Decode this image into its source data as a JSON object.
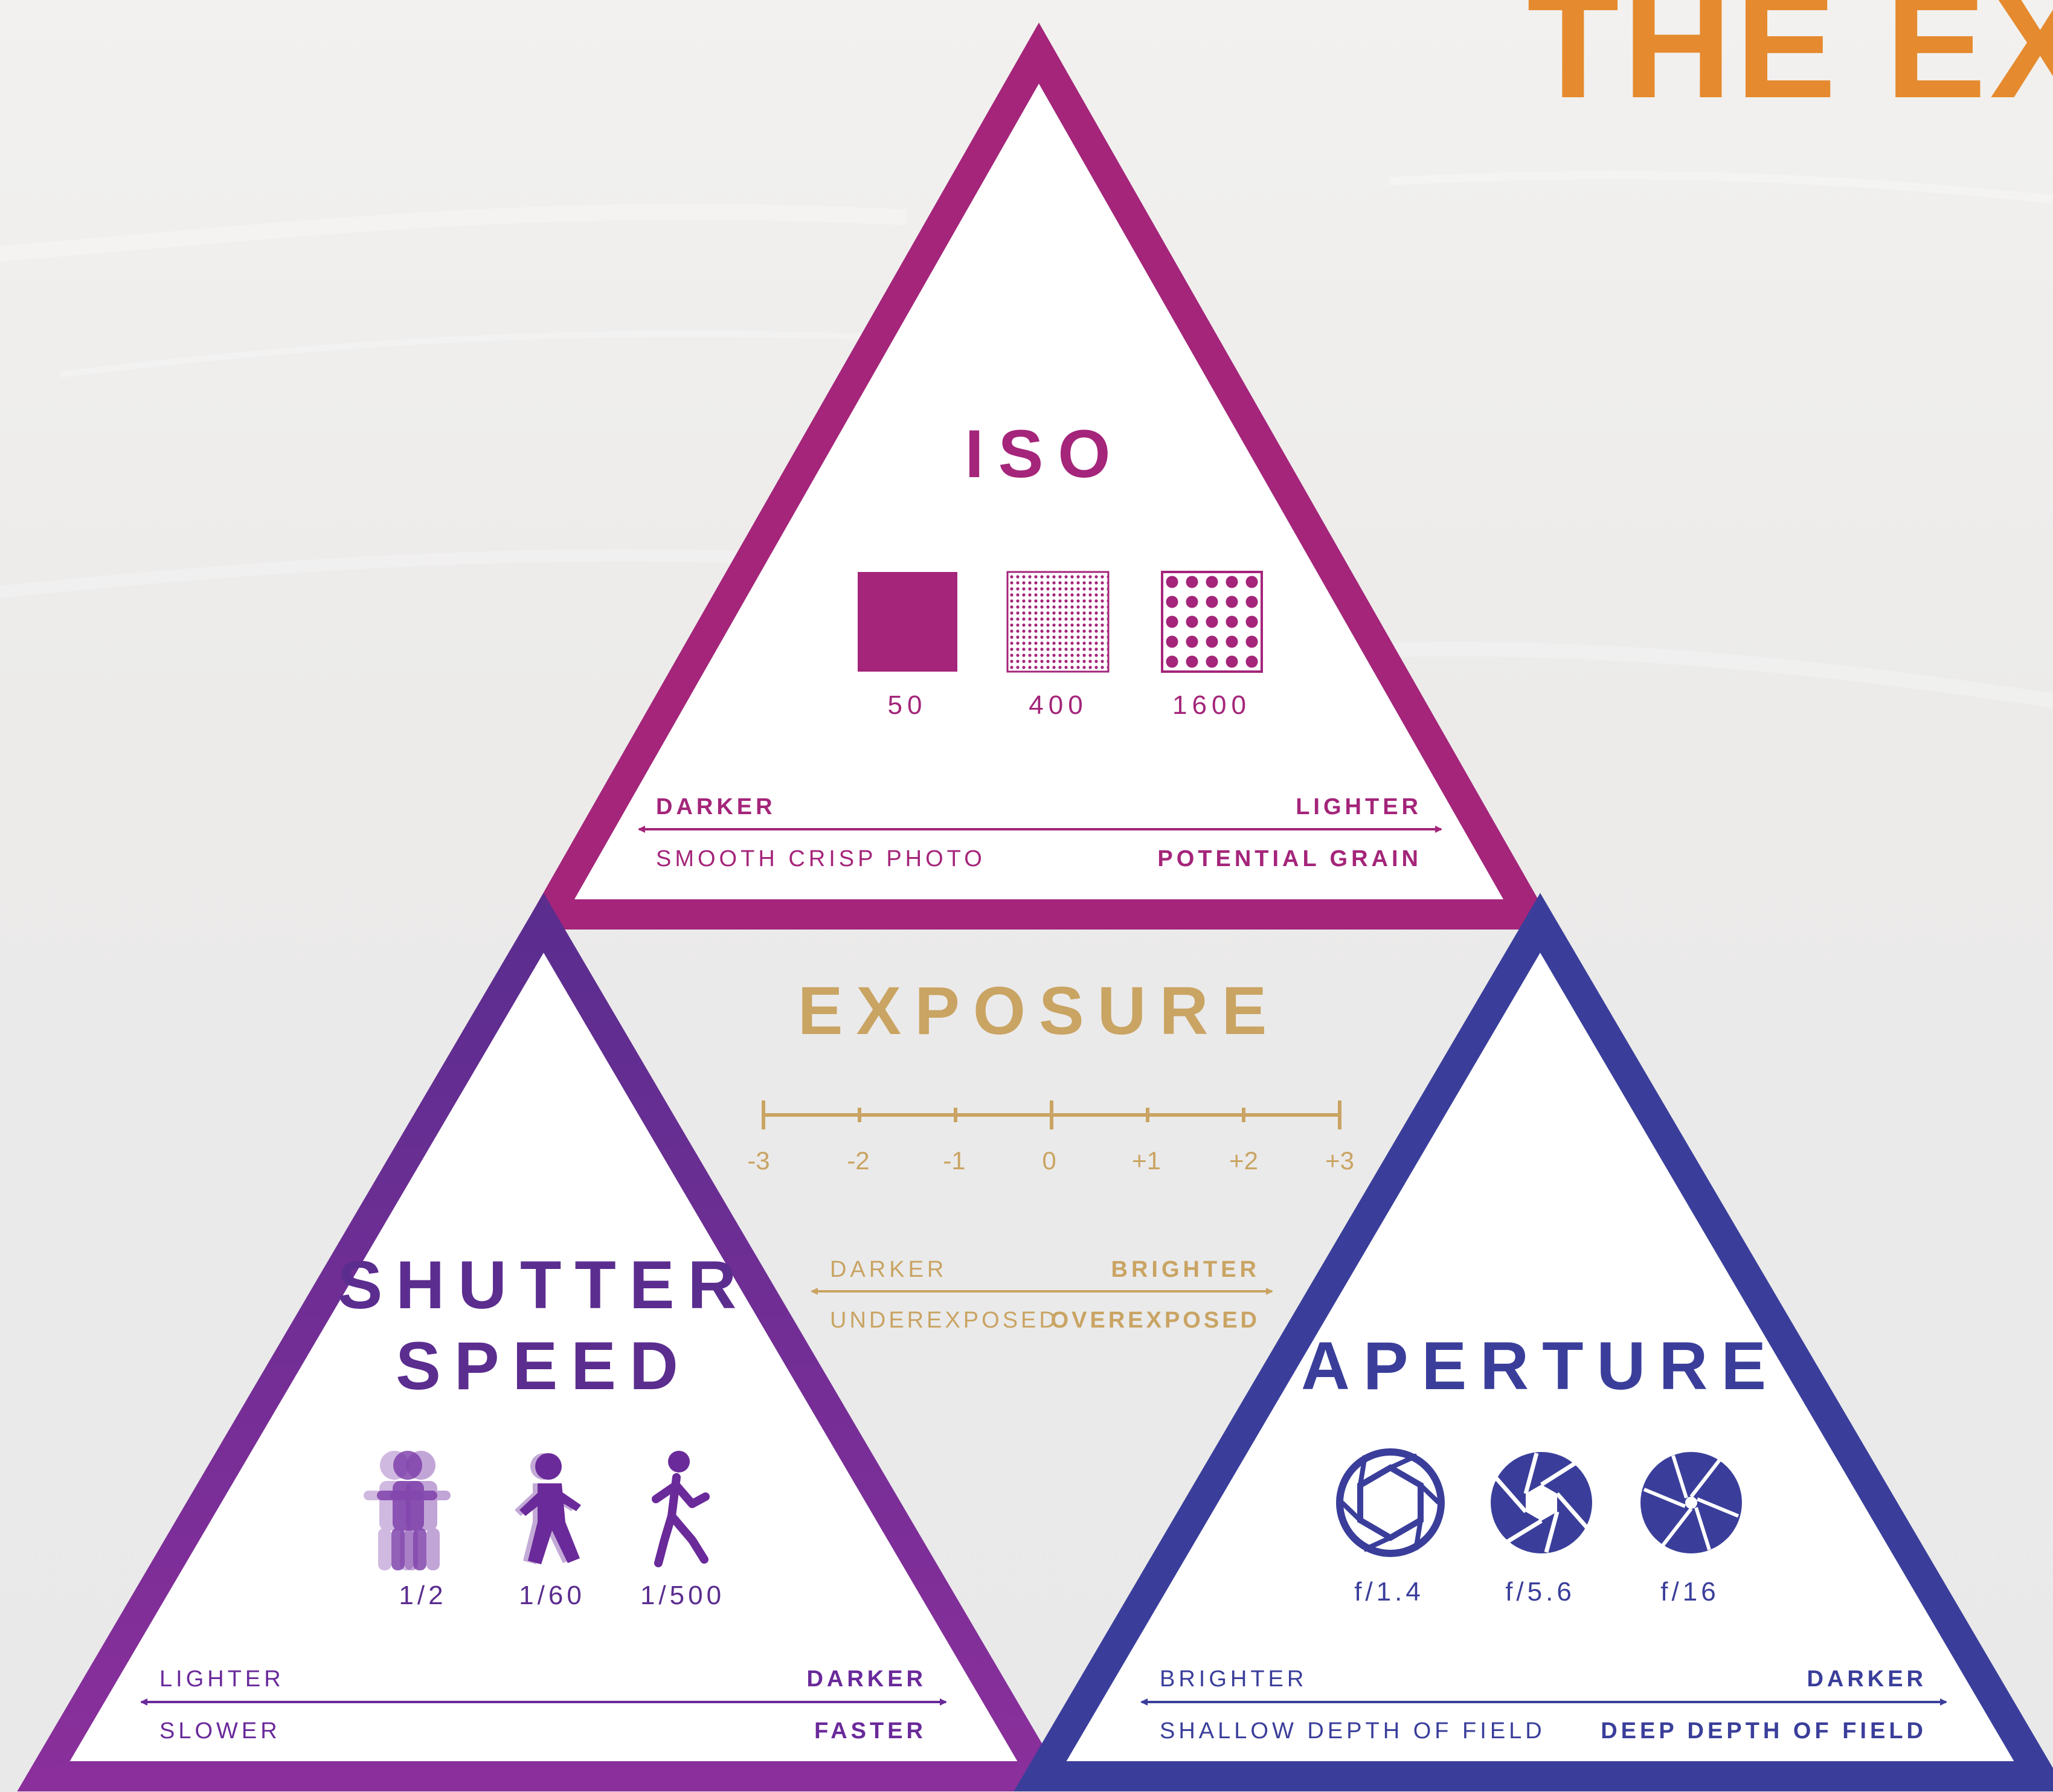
{
  "heading": "THE EX",
  "colors": {
    "iso": "#a4257a",
    "shutter": "#6a2a9a",
    "aperture": "#3a3e9a",
    "exposure": "#c9a463",
    "heading": "#e58a2e"
  },
  "iso": {
    "title": "ISO",
    "samples": [
      {
        "label": "50",
        "icon": "solid-square-icon"
      },
      {
        "label": "400",
        "icon": "fine-grain-square-icon"
      },
      {
        "label": "1600",
        "icon": "coarse-grain-square-icon"
      }
    ],
    "left_top": "DARKER",
    "right_top": "LIGHTER",
    "left_bottom": "SMOOTH CRISP PHOTO",
    "right_bottom": "POTENTIAL GRAIN"
  },
  "exposure": {
    "title": "EXPOSURE",
    "scale": [
      "-3",
      "-2",
      "-1",
      "0",
      "+1",
      "+2",
      "+3"
    ],
    "left_top": "DARKER",
    "right_top": "BRIGHTER",
    "left_bottom": "UNDEREXPOSED",
    "right_bottom": "OVEREXPOSED"
  },
  "shutter": {
    "title_line1": "SHUTTER",
    "title_line2": "SPEED",
    "samples": [
      {
        "label": "1/2",
        "icon": "blurred-runner-icon"
      },
      {
        "label": "1/60",
        "icon": "slightly-blurred-runner-icon"
      },
      {
        "label": "1/500",
        "icon": "sharp-runner-icon"
      }
    ],
    "left_top": "LIGHTER",
    "right_top": "DARKER",
    "left_bottom": "SLOWER",
    "right_bottom": "FASTER"
  },
  "aperture": {
    "title": "APERTURE",
    "samples": [
      {
        "label": "f/1.4",
        "icon": "wide-aperture-icon"
      },
      {
        "label": "f/5.6",
        "icon": "medium-aperture-icon"
      },
      {
        "label": "f/16",
        "icon": "narrow-aperture-icon"
      }
    ],
    "left_top": "BRIGHTER",
    "right_top": "DARKER",
    "left_bottom": "SHALLOW DEPTH OF FIELD",
    "right_bottom": "DEEP DEPTH OF FIELD"
  }
}
